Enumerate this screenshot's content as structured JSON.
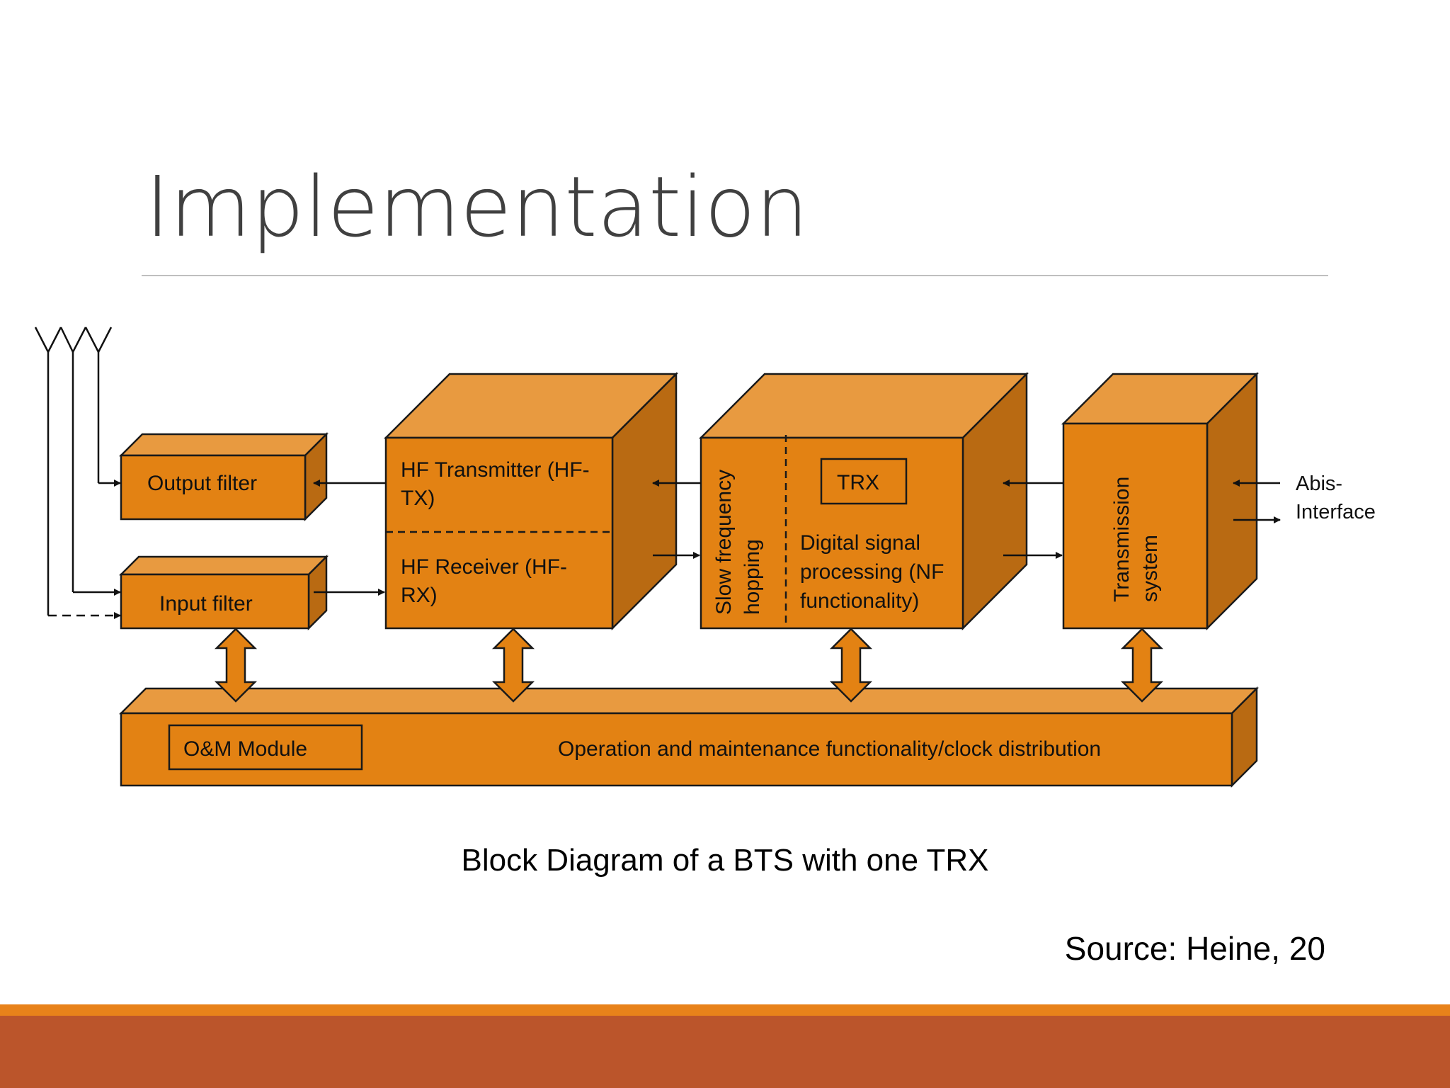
{
  "slide": {
    "title": "Implementation",
    "caption": "Block Diagram of a BTS with one TRX",
    "source": "Source: Heine, 20"
  },
  "diagram": {
    "blocks": {
      "output_filter": "Output filter",
      "input_filter": "Input filter",
      "hf_transmitter": [
        "HF Transmitter (HF-",
        "TX)"
      ],
      "hf_receiver": [
        "HF Receiver (HF-",
        "RX)"
      ],
      "slow_frequency_hopping": [
        "Slow frequency",
        "hopping"
      ],
      "trx": "TRX",
      "digital_signal_processing": [
        "Digital signal",
        "processing (NF",
        "functionality)"
      ],
      "transmission_system": [
        "Transmission",
        "system"
      ],
      "om_module": "O&M Module",
      "om_bus": "Operation  and maintenance functionality/clock distribution"
    },
    "abis_interface": [
      "Abis-",
      "Interface"
    ]
  },
  "colors": {
    "block_front": "#e38213",
    "block_top": "#e89a40",
    "block_side": "#b96a12",
    "outline": "#1a1a1a",
    "band_light": "#e8821a",
    "band_dark": "#bb552b"
  }
}
